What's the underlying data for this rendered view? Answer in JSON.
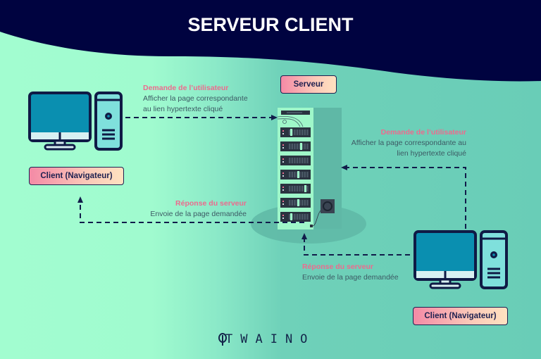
{
  "title": "SERVEUR CLIENT",
  "colors": {
    "header_bg": "#000340",
    "accent_pink": "#ec6b8e",
    "dark_navy": "#1e2050",
    "screen_blue": "#0a8fb0",
    "bg_light": "#a2fdd0",
    "bg_teal": "#69cdb7"
  },
  "server": {
    "label": "Serveur",
    "icon": "server-rack-icon"
  },
  "clients": [
    {
      "label": "Client (Navigateur)",
      "icon": "desktop-computer-icon"
    },
    {
      "label": "Client (Navigateur)",
      "icon": "desktop-computer-icon"
    }
  ],
  "annotations": {
    "left_request": {
      "heading": "Demande de l’utilisateur",
      "line1": "Afficher la page correspondante",
      "line2": "au lien hypertexte cliqué"
    },
    "left_response": {
      "heading": "Réponse du serveur",
      "line1": "Envoie de la page demandée"
    },
    "right_request": {
      "heading": "Demande de l’utilisateur",
      "line1": "Afficher la page correspondante au",
      "line2": "lien hypertexte cliqué"
    },
    "right_response": {
      "heading": "Réponse du serveur",
      "line1": "Envoie de la page demandée"
    }
  },
  "logo": {
    "text": "TWAINO",
    "icon": "tree-icon"
  }
}
